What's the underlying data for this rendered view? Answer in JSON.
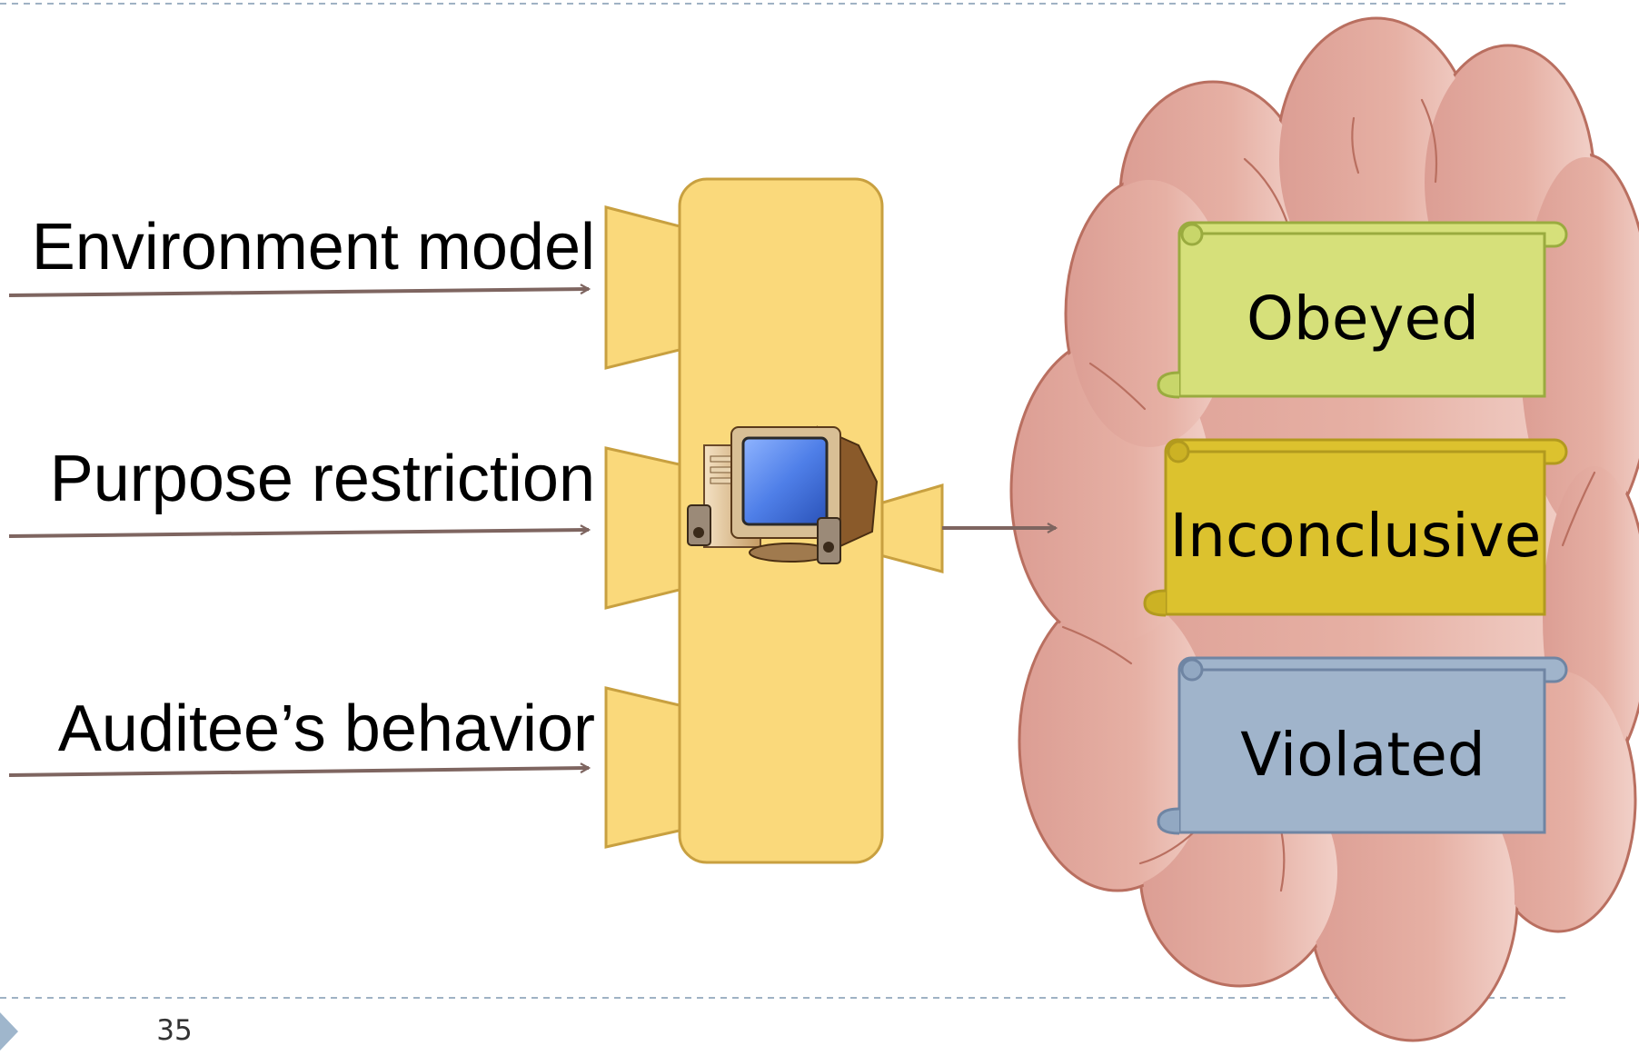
{
  "inputs": [
    {
      "label": "Environment model"
    },
    {
      "label": "Purpose restriction"
    },
    {
      "label": "Auditee’s behavior"
    }
  ],
  "outcomes": [
    {
      "label": "Obeyed",
      "color": "#d6e07a"
    },
    {
      "label": "Inconclusive",
      "color": "#dcc22e"
    },
    {
      "label": "Violated",
      "color": "#a0b4cb"
    }
  ],
  "colors": {
    "arrow": "#7e6560",
    "auditor_box": "#fad97b",
    "cloud": "#e6b0a4",
    "guide_line": "#9fb2c4",
    "nav_triangle": "#9fb6cc"
  },
  "icons": {
    "auditor": "computer-icon",
    "slide_marker": "triangle-icon"
  },
  "footer": {
    "page_number": "35"
  }
}
